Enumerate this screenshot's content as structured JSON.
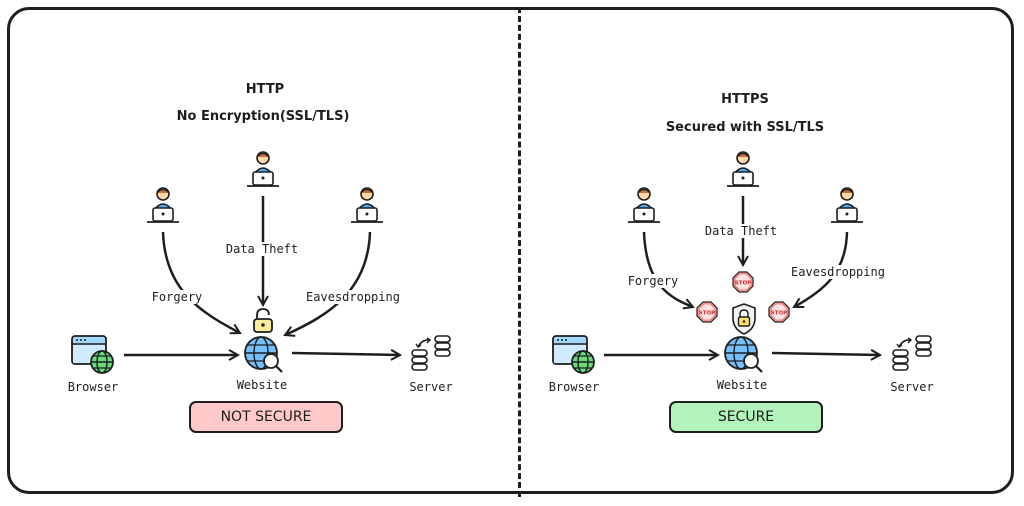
{
  "http": {
    "title": "HTTP",
    "subtitle": "No Encryption(SSL/TLS)",
    "attacks": [
      {
        "label": "Forgery"
      },
      {
        "label": "Data Theft"
      },
      {
        "label": "Eavesdropping"
      }
    ],
    "nodes": {
      "browser": "Browser",
      "website": "Website",
      "server": "Server"
    },
    "status": "NOT SECURE",
    "status_color": "#ffc9c9"
  },
  "https": {
    "title": "HTTPS",
    "subtitle": "Secured with SSL/TLS",
    "attacks": [
      {
        "label": "Forgery"
      },
      {
        "label": "Data Theft"
      },
      {
        "label": "Eavesdropping"
      }
    ],
    "stop_sign_text": "STOP",
    "nodes": {
      "browser": "Browser",
      "website": "Website",
      "server": "Server"
    },
    "status": "SECURE",
    "status_color": "#b2f2bb"
  }
}
